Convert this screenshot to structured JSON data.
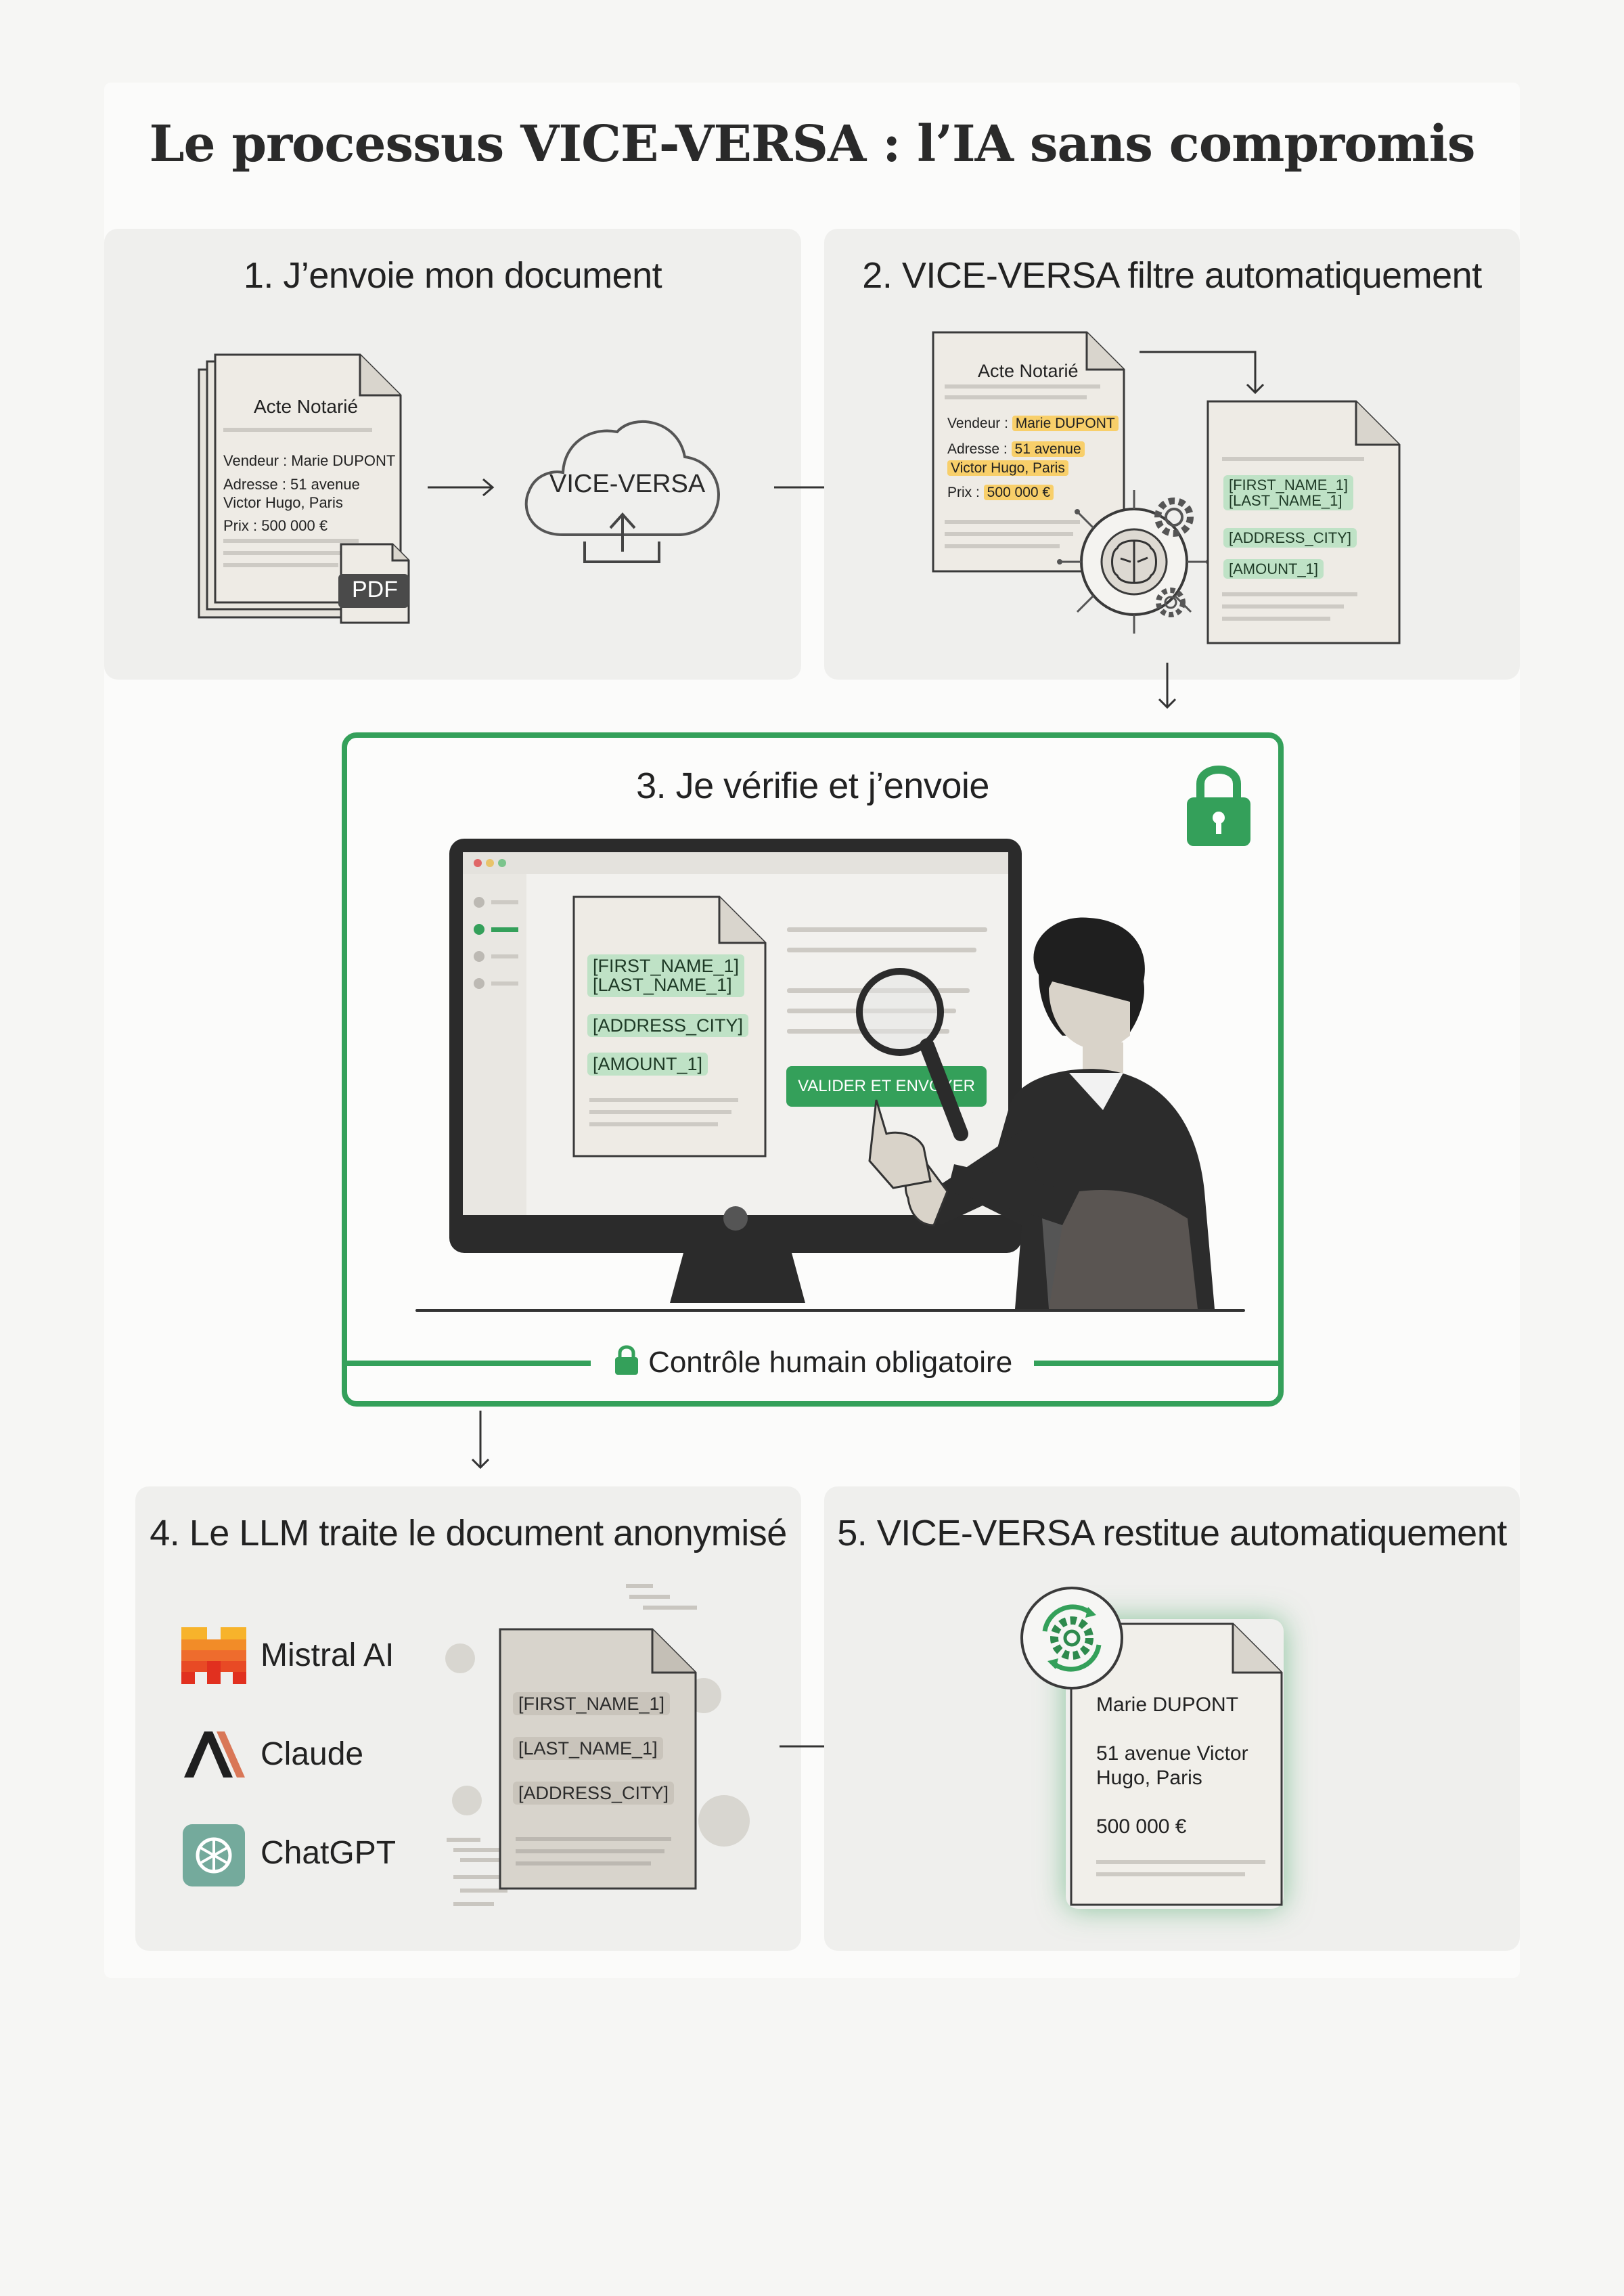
{
  "title": "Le processus VICE-VERSA : l’IA sans compromis",
  "colors": {
    "green": "#34a05a",
    "highlight": "#f8cf6a",
    "tag_green": "#bfe2c6",
    "panel": "#efefed",
    "ink": "#2a2a2a"
  },
  "step1": {
    "title": "1. J’envoie mon document",
    "doc_title": "Acte Notarié",
    "vendeur": "Vendeur : Marie DUPONT",
    "adresse_1": "Adresse : 51 avenue",
    "adresse_2": "Victor Hugo, Paris",
    "prix": "Prix : 500 000 €",
    "pdf_badge": "PDF",
    "cloud_label": "VICE-VERSA",
    "icons": [
      "document-icon",
      "pdf-icon",
      "cloud-upload-icon"
    ]
  },
  "step2": {
    "title": "2. VICE-VERSA filtre automatiquement",
    "doc_title": "Acte Notarié",
    "vendeur_label": "Vendeur : ",
    "vendeur_value": "Marie DUPONT",
    "adresse_label": "Adresse : ",
    "adresse_value_1": "51 avenue",
    "adresse_value_2": "Victor Hugo, Paris",
    "prix_label": "Prix : ",
    "prix_value": "500 000 €",
    "tag_name": "[FIRST_NAME_1]\n[LAST_NAME_1]",
    "tag_city": "[ADDRESS_CITY]",
    "tag_amount": "[AMOUNT_1]",
    "icons": [
      "brain-chip-icon",
      "gear-icon"
    ]
  },
  "step3": {
    "title": "3. Je vérifie et j’envoie",
    "tag_name": "[FIRST_NAME_1]\n[LAST_NAME_1]",
    "tag_city": "[ADDRESS_CITY]",
    "tag_amount": "[AMOUNT_1]",
    "button_label": "VALIDER ET ENVOYER",
    "footer": "Contrôle humain obligatoire",
    "icons": [
      "lock-icon",
      "monitor-icon",
      "magnifier-icon",
      "person-icon"
    ]
  },
  "step4": {
    "title": "4. Le LLM traite le document anonymisé",
    "llms": [
      {
        "name": "Mistral AI",
        "icon": "mistral-logo-icon"
      },
      {
        "name": "Claude",
        "icon": "claude-logo-icon"
      },
      {
        "name": "ChatGPT",
        "icon": "chatgpt-logo-icon"
      }
    ],
    "tag_first": "[FIRST_NAME_1]",
    "tag_last": "[LAST_NAME_1]",
    "tag_city": "[ADDRESS_CITY]"
  },
  "step5": {
    "title": "5. VICE-VERSA restitue automatiquement",
    "name": "Marie DUPONT",
    "address": "51 avenue Victor\nHugo, Paris",
    "amount": "500 000 €",
    "icons": [
      "sync-gear-icon"
    ]
  }
}
